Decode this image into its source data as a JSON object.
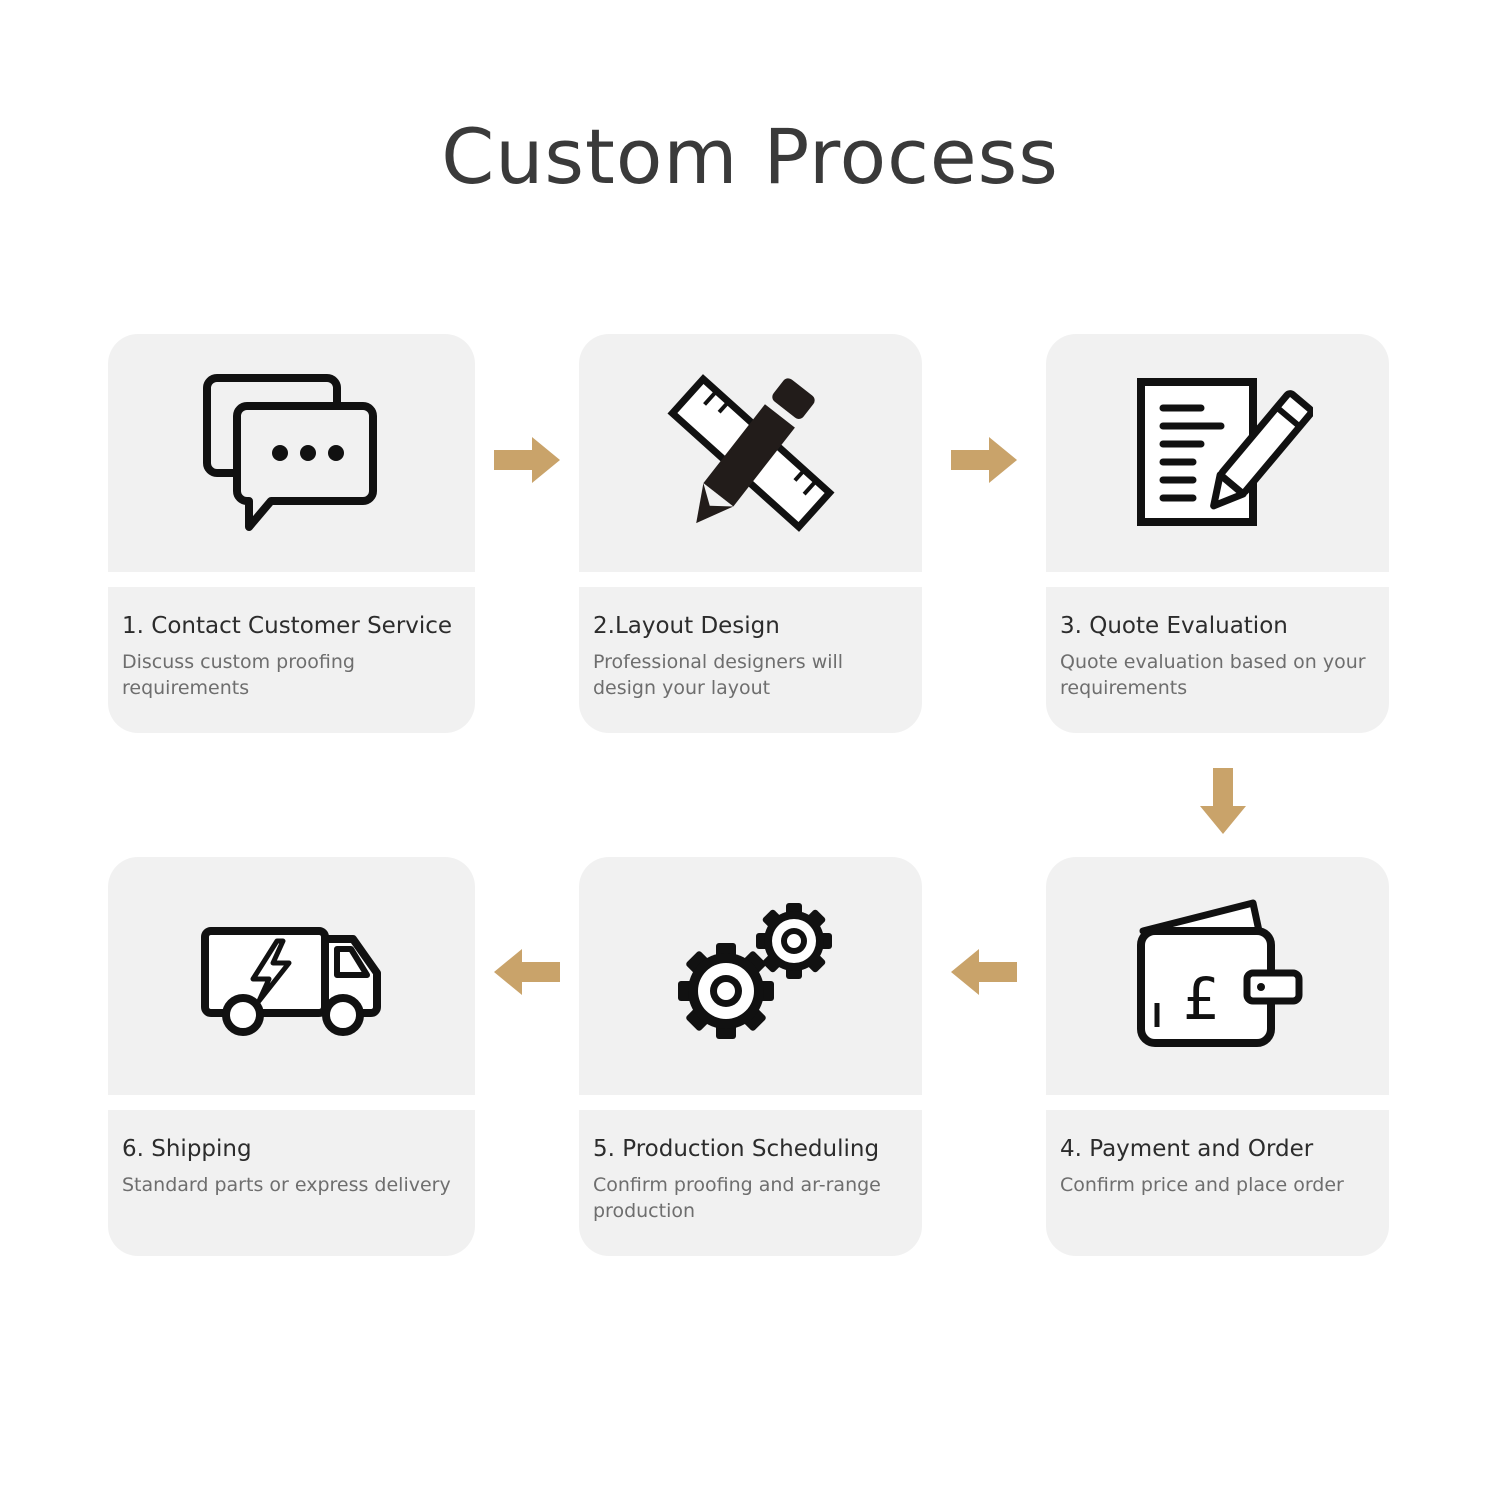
{
  "title": "Custom Process",
  "colors": {
    "arrow": "#c9a36a",
    "card": "#f1f1f1",
    "icon": "#111111"
  },
  "steps": [
    {
      "title": "1. Contact Customer Service",
      "desc": "Discuss custom proofing requirements",
      "icon": "chat-bubbles-icon"
    },
    {
      "title": "2.Layout Design",
      "desc": "Professional designers will design your layout",
      "icon": "pencil-ruler-icon"
    },
    {
      "title": "3. Quote Evaluation",
      "desc": "Quote evaluation based on your requirements",
      "icon": "document-pencil-icon"
    },
    {
      "title": "4. Payment and Order",
      "desc": "Confirm price and place order",
      "icon": "wallet-pound-icon"
    },
    {
      "title": "5. Production Scheduling",
      "desc": "Confirm proofing and ar-range production",
      "icon": "gears-icon"
    },
    {
      "title": "6. Shipping",
      "desc": "Standard parts or express delivery",
      "icon": "delivery-truck-icon"
    }
  ]
}
